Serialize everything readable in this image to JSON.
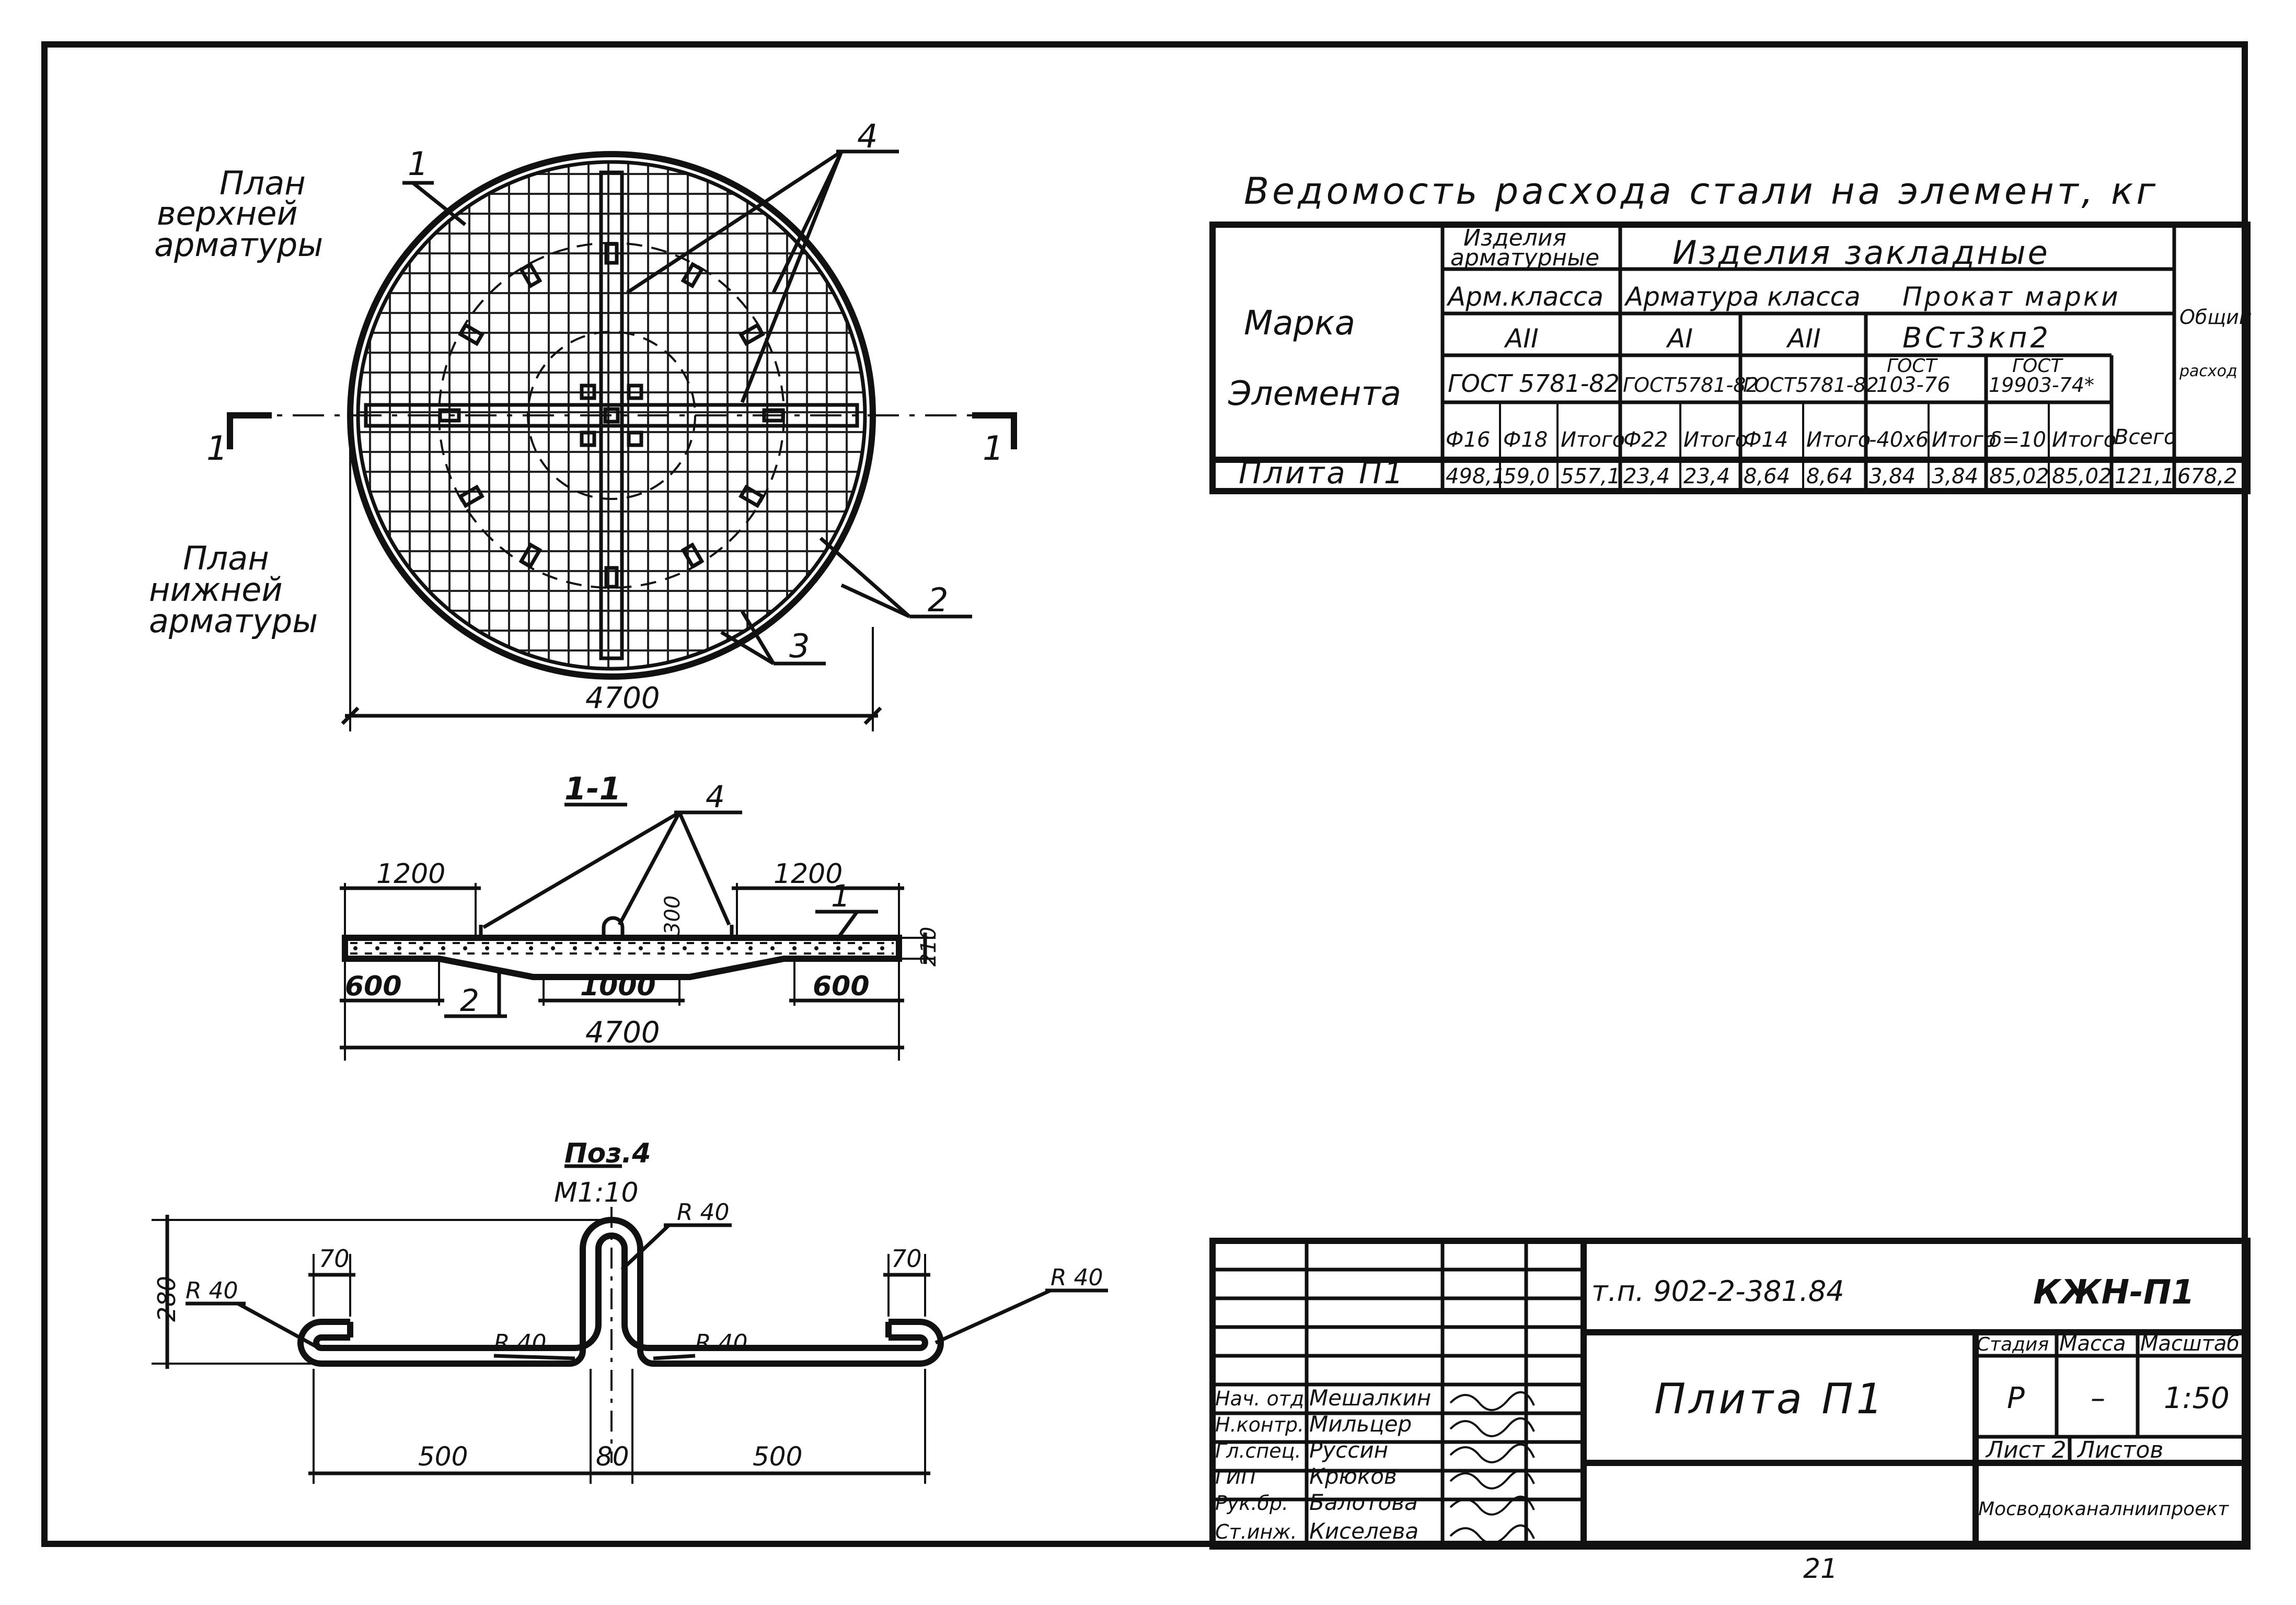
{
  "plan": {
    "top_label": [
      "План",
      "верхней",
      "арматуры"
    ],
    "bottom_label": [
      "План",
      "нижней",
      "арматуры"
    ],
    "callouts": [
      "1",
      "2",
      "3",
      "4"
    ],
    "section_marks": [
      "1",
      "1"
    ],
    "diameter": "4700"
  },
  "section": {
    "title": "1-1",
    "callout_4": "4",
    "callout_1": "1",
    "callout_2": "2",
    "dim_left_top": "1200",
    "dim_right_top": "1200",
    "dim_left_bottom": "600",
    "dim_right_bottom": "600",
    "dim_center": "1000",
    "dim_total": "4700",
    "dim_height": "210",
    "dim_loop": "300"
  },
  "detail": {
    "title": "Поз.4",
    "scale": "М1:10",
    "radii": [
      "R 40",
      "R 40",
      "R 40",
      "R 40",
      "R 40"
    ],
    "dim_left_hook": "70",
    "dim_right_hook": "70",
    "dim_height": "280",
    "dim_left": "500",
    "dim_center": "80",
    "dim_right": "500"
  },
  "steel_table": {
    "title": "Ведомость расхода стали на элемент, кг",
    "col_mark": [
      "Марка",
      "Элемента"
    ],
    "g_armatura": [
      "Изделия",
      "арматурные"
    ],
    "g_zaklad": "Изделия закладные",
    "arm_class": "Арм.класса",
    "arm_class_val": "АII",
    "armatura_klassa": "Арматура класса",
    "prokat": "Прокат марки",
    "a1": "АI",
    "a2": "АII",
    "vst": "ВСт3кп2",
    "gost1": "ГОСТ 5781-82",
    "gost2": "ГОСТ5781-82",
    "gost3": "ГОСТ5781-82",
    "gost4": [
      "ГОСТ",
      "103-76"
    ],
    "gost5": [
      "ГОСТ",
      "19903-74*"
    ],
    "obshchiy": [
      "Общий",
      "расход"
    ],
    "vsego": "Всего",
    "sub": [
      "Ф16",
      "Ф18",
      "Итого",
      "Ф22",
      "Итого",
      "Ф14",
      "Итого",
      "-40х6",
      "Итого",
      "δ=10",
      "Итого"
    ],
    "row_label": "Плита П1",
    "row_values": [
      "498,1",
      "59,0",
      "557,1",
      "23,4",
      "23,4",
      "8,64",
      "8,64",
      "3,84",
      "3,84",
      "85,02",
      "85,02",
      "121,1",
      "678,2"
    ]
  },
  "title_block": {
    "project": "т.п. 902-2-381.84",
    "code": "КЖН-П1",
    "name": "Плита П1",
    "stadia_h": "Стадия",
    "massa_h": "Масса",
    "masshtab_h": "Масштаб",
    "stadia": "Р",
    "massa": "–",
    "masshtab": "1:50",
    "list": "Лист 2",
    "listov": "Листов",
    "org": "Мосводоканалниипроект",
    "staff": [
      {
        "role": "Нач. отд.",
        "name": "Мешалкин"
      },
      {
        "role": "Н.контр.",
        "name": "Мильцер"
      },
      {
        "role": "Гл.спец.",
        "name": "Руссин"
      },
      {
        "role": "ГИП",
        "name": "Крюков"
      },
      {
        "role": "Рук.бр.",
        "name": "Балотова"
      },
      {
        "role": "Ст.инж.",
        "name": "Киселева"
      }
    ]
  },
  "page_number": "21"
}
